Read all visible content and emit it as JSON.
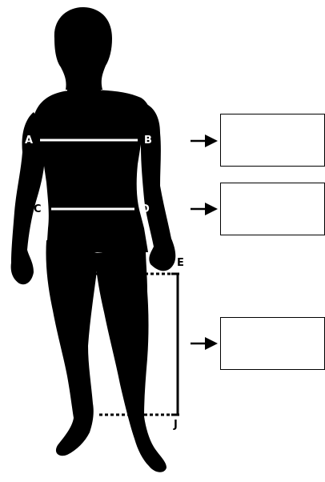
{
  "points": {
    "a": "A",
    "b": "B",
    "c": "C",
    "d": "D",
    "e": "E",
    "j": "J"
  },
  "answer_boxes": [
    {
      "measurement": "A-B",
      "value": ""
    },
    {
      "measurement": "C-D",
      "value": ""
    },
    {
      "measurement": "E-J",
      "value": ""
    }
  ],
  "colors": {
    "silhouette": "#000000",
    "measure_line": "#ffffff",
    "bracket": "#000000",
    "background": "#ffffff"
  },
  "icons": [
    "arrow-right-icon"
  ]
}
